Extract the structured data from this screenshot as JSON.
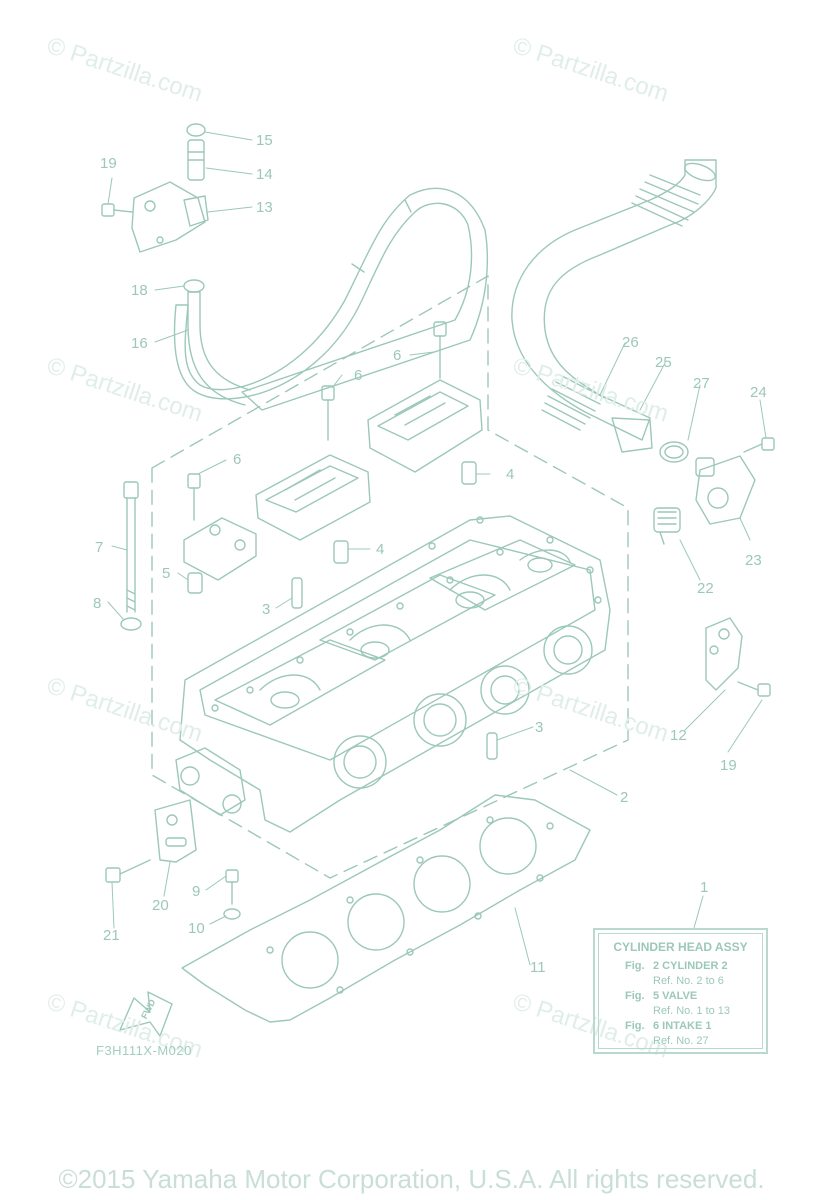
{
  "watermark": "© Partzilla.com",
  "footer": "©2015 Yamaha Motor Corporation, U.S.A. All rights reserved.",
  "figure_code": "F3H111X-M020",
  "fwd_label": "FWD",
  "info_box": {
    "title": "CYLINDER HEAD ASSY",
    "lines": [
      {
        "label": "Fig.",
        "text": "2 CYLINDER 2"
      },
      {
        "label": "",
        "text": "Ref. No. 2 to 6"
      },
      {
        "label": "Fig.",
        "text": "5 VALVE"
      },
      {
        "label": "",
        "text": "Ref. No. 1 to 13"
      },
      {
        "label": "Fig.",
        "text": "6 INTAKE 1"
      },
      {
        "label": "",
        "text": "Ref. No. 27"
      }
    ]
  },
  "callouts": [
    "1",
    "2",
    "3",
    "3",
    "4",
    "4",
    "5",
    "6",
    "6",
    "6",
    "7",
    "8",
    "9",
    "10",
    "11",
    "12",
    "13",
    "14",
    "15",
    "16",
    "18",
    "19",
    "19",
    "20",
    "21",
    "22",
    "23",
    "24",
    "25",
    "26",
    "27"
  ],
  "colors": {
    "line": "#9cc8b8",
    "watermark": "#dfeee8",
    "footer": "#c9ded6"
  }
}
